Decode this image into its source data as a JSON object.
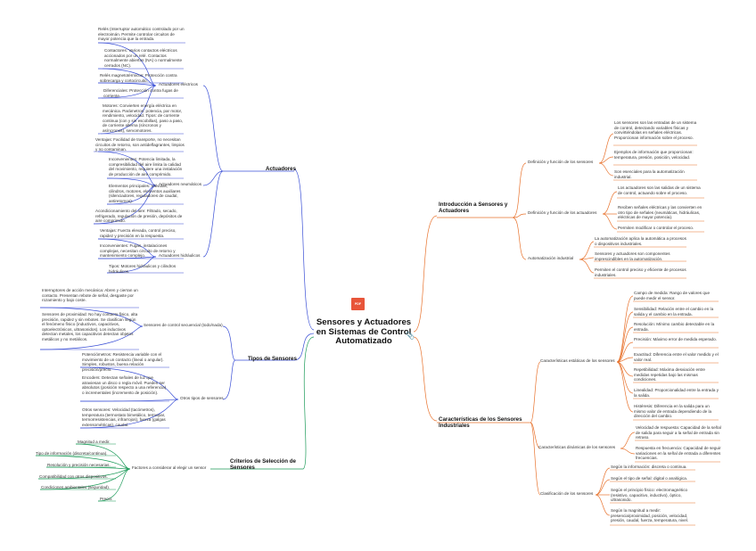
{
  "root": {
    "title": "Sensores y Actuadores en Sistemas de Control Automatizado",
    "badge": "PDF",
    "clip_icon": "paperclip-icon"
  },
  "colors": {
    "blue": "#3a4fd6",
    "orange": "#e8732e",
    "green": "#1b9a58"
  },
  "actuadores": {
    "title": "Actuadores",
    "electricos": {
      "label": "Actuadores eléctricos",
      "items": [
        "Relés (Interruptor automático controlado por un electroimán. Permite controlar circuitos de mayor potencia que la entrada.",
        "Contactores: Varios contactos eléctricos accionados por un relé. Contactos normalmente abiertos (NA) o normalmente cerrados (NC).",
        "Relés magnetotérmicos: Protección contra sobrecarga y cortocircuito.",
        "Diferenciales: Protección contra fugas de corriente.",
        "Motores: Convierten energía eléctrica en mecánica. Parámetros: potencia, par motor, rendimiento, velocidad. Tipos: de corriente continua (con y sin escobillas), paso a paso, de corriente alterna (síncronos y asíncronos), servomotores."
      ]
    },
    "neumaticos": {
      "label": "Actuadores neumáticos",
      "items": [
        "Ventajas: Facilidad de transporte, no necesitan circuitos de retorno, son antideflagrantes, limpios y no contaminan.",
        "Inconvenientes: Potencia limitada, la compresibilidad del aire limita la calidad del movimiento, requiere una instalación de producción de aire comprimido.",
        "Elementos principales: Válvulas, cilindros, motores, elementos auxiliares (silenciadores, reguladores de caudal, antiretornos).",
        "Acondicionamiento del aire: Filtrado, secado, refrigerado, regulación de presión, depósitos de aire comprimido."
      ]
    },
    "hidraulicos": {
      "label": "Actuadores hidráulicos",
      "items": [
        "Ventajas: Fuerza elevada, control preciso, rapidez y precisión en la respuesta.",
        "Inconvenientes: Fugas, instalaciones complejas, necesitan circuito de retorno y mantenimiento complejo.",
        "Tipos: Motores hidráulicos y cilindros hidráulicos."
      ]
    }
  },
  "tipos": {
    "title": "Tipos de Sensores",
    "secuencial": {
      "label": "Sensores de control secuencial (todo/nada)",
      "items": [
        "Interruptores de acción mecánica: Abren y cierran un contacto. Presentan rebote de señal, desgaste por rozamiento y bajo coste.",
        "Sensores de proximidad: No hay contacto físico, alta precisión, rapidez y sin rebotes. Se clasifican según el fenómeno físico (inductivos, capacitivos, optoelectrónicos, ultrasonidos). Los inductivos detectan metales, los capacitivos detectan objetos metálicos y no metálicos."
      ]
    },
    "otros": {
      "label": "Otros tipos de sensores",
      "items": [
        "Potenciómetros: Resistencia variable con el movimiento de un contacto (lineal o angular). Simples, robustos, buena relación precisión/precio.",
        "Encoders: Detectan señales de luz que atraviesan un disco o regla móvil. Pueden ser absolutos (posición respecto a una referencia) o incrementales (incremento de posición).",
        "Otros sensores: Velocidad (tacómetros), temperatura (termostato bimetálico, termopar, termorresistencias, infrarrojos), fuerza (galgas extensométricas), caudal."
      ]
    }
  },
  "criterios": {
    "title": "Criterios de Selección de Sensores",
    "factores": {
      "label": "Factores a considerar al elegir un sensor",
      "items": [
        "Magnitud a medir.",
        "Tipo de información (discreta/continua).",
        "Resolución y precisión necesarias.",
        "Compatibilidad con otros dispositivos.",
        "Condiciones ambientales (seguridad).",
        "Precio."
      ]
    }
  },
  "intro": {
    "title": "Introducción a Sensores y Actuadores",
    "def_sensores": {
      "label": "Definición y función de los sensores",
      "items": [
        "Los sensores son las entradas de un sistema de control, detectando variables físicas y convirtiéndolas en señales eléctricas. Proporcionan información sobre el proceso.",
        "Ejemplos de información que proporcionan: temperatura, presión, posición, velocidad.",
        "Son esenciales para la automatización industrial."
      ]
    },
    "def_actuadores": {
      "label": "Definición y función de los actuadores",
      "items": [
        "Los actuadores son las salidas de un sistema de control, actuando sobre el proceso.",
        "Reciben señales eléctricas y las convierten en otro tipo de señales (neumáticas, hidráulicas, eléctricas de mayor potencia).",
        "Permiten modificar o controlar el proceso."
      ]
    },
    "automatizacion": {
      "label": "Automatización industrial",
      "items": [
        "La automatización aplica la automática a procesos o dispositivos industriales.",
        "Sensores y actuadores son componentes imprescindibles en la automatización.",
        "Permiten el control preciso y eficiente de procesos industriales."
      ]
    }
  },
  "caracteristicas": {
    "title": "Características de los Sensores Industriales",
    "estaticas": {
      "label": "Características estáticas de los sensores",
      "items": [
        "Campo de medida: Rango de valores que puede medir el sensor.",
        "Sensibilidad: Relación entre el cambio en la salida y el cambio en la entrada.",
        "Resolución: Mínimo cambio detectable en la entrada.",
        "Precisión: Máximo error de medida esperado.",
        "Exactitud: Diferencia entre el valor medido y el valor real.",
        "Repetibilidad: Máxima desviación entre medidas repetidas bajo las mismas condiciones.",
        "Linealidad: Proporcionalidad entre la entrada y la salida.",
        "Histéresis: Diferencia en la salida para un mismo valor de entrada dependiendo de la dirección del cambio."
      ]
    },
    "dinamicas": {
      "label": "Características dinámicas de los sensores",
      "items": [
        "Velocidad de respuesta: Capacidad de la señal de salida para seguir a la señal de entrada sin retraso.",
        "Respuesta en frecuencia: Capacidad de seguir variaciones en la señal de entrada a diferentes frecuencias."
      ]
    },
    "clasificacion": {
      "label": "Clasificación de los sensores",
      "items": [
        "Según la información: discreta o continua.",
        "Según el tipo de señal: digital o analógica.",
        "Según el principio físico: electromagnético (resistivo, capacitivo, inductivo), óptico, ultrasonido.",
        "Según la magnitud a medir: presencia/proximidad, posición, velocidad, presión, caudal, fuerza, temperatura, nivel."
      ]
    }
  }
}
